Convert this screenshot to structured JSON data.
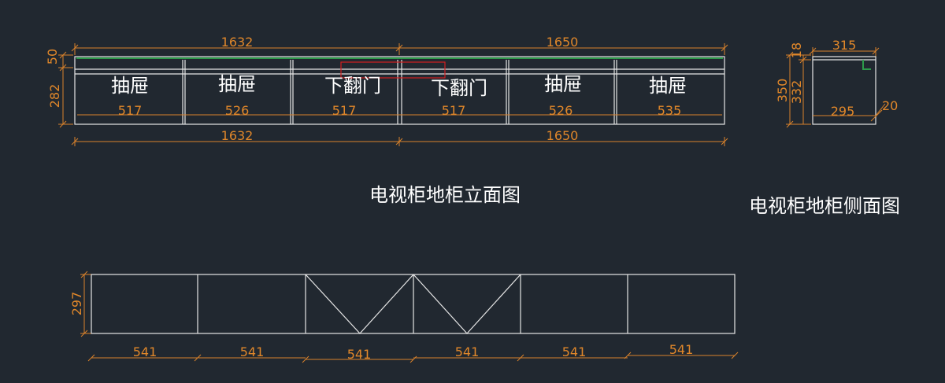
{
  "front_view": {
    "title": "电视柜地柜立面图",
    "top_dims": [
      "1632",
      "1650"
    ],
    "bottom_dims": [
      "1632",
      "1650"
    ],
    "left_dims": [
      "50",
      "282"
    ],
    "panels": [
      {
        "label": "抽屉",
        "width": "517"
      },
      {
        "label": "抽屉",
        "width": "526"
      },
      {
        "label": "下翻门",
        "width": "517"
      },
      {
        "label": "下翻门",
        "width": "517"
      },
      {
        "label": "抽屉",
        "width": "526"
      },
      {
        "label": "抽屉",
        "width": "535"
      }
    ]
  },
  "side_view": {
    "title": "电视柜地柜侧面图",
    "top_dim": "315",
    "small_dim": "18",
    "left_dims": [
      "350",
      "332"
    ],
    "bottom_dim": "295",
    "right_dim": "20"
  },
  "plan_view": {
    "left_dim": "297",
    "widths": [
      "541",
      "541",
      "541",
      "541",
      "541",
      "541"
    ]
  },
  "colors": {
    "background": "#212830",
    "dimension": "#e0872a",
    "outline": "#e6e6e6",
    "accent_green": "#2d9a4a",
    "accent_red": "#d21f1f"
  }
}
